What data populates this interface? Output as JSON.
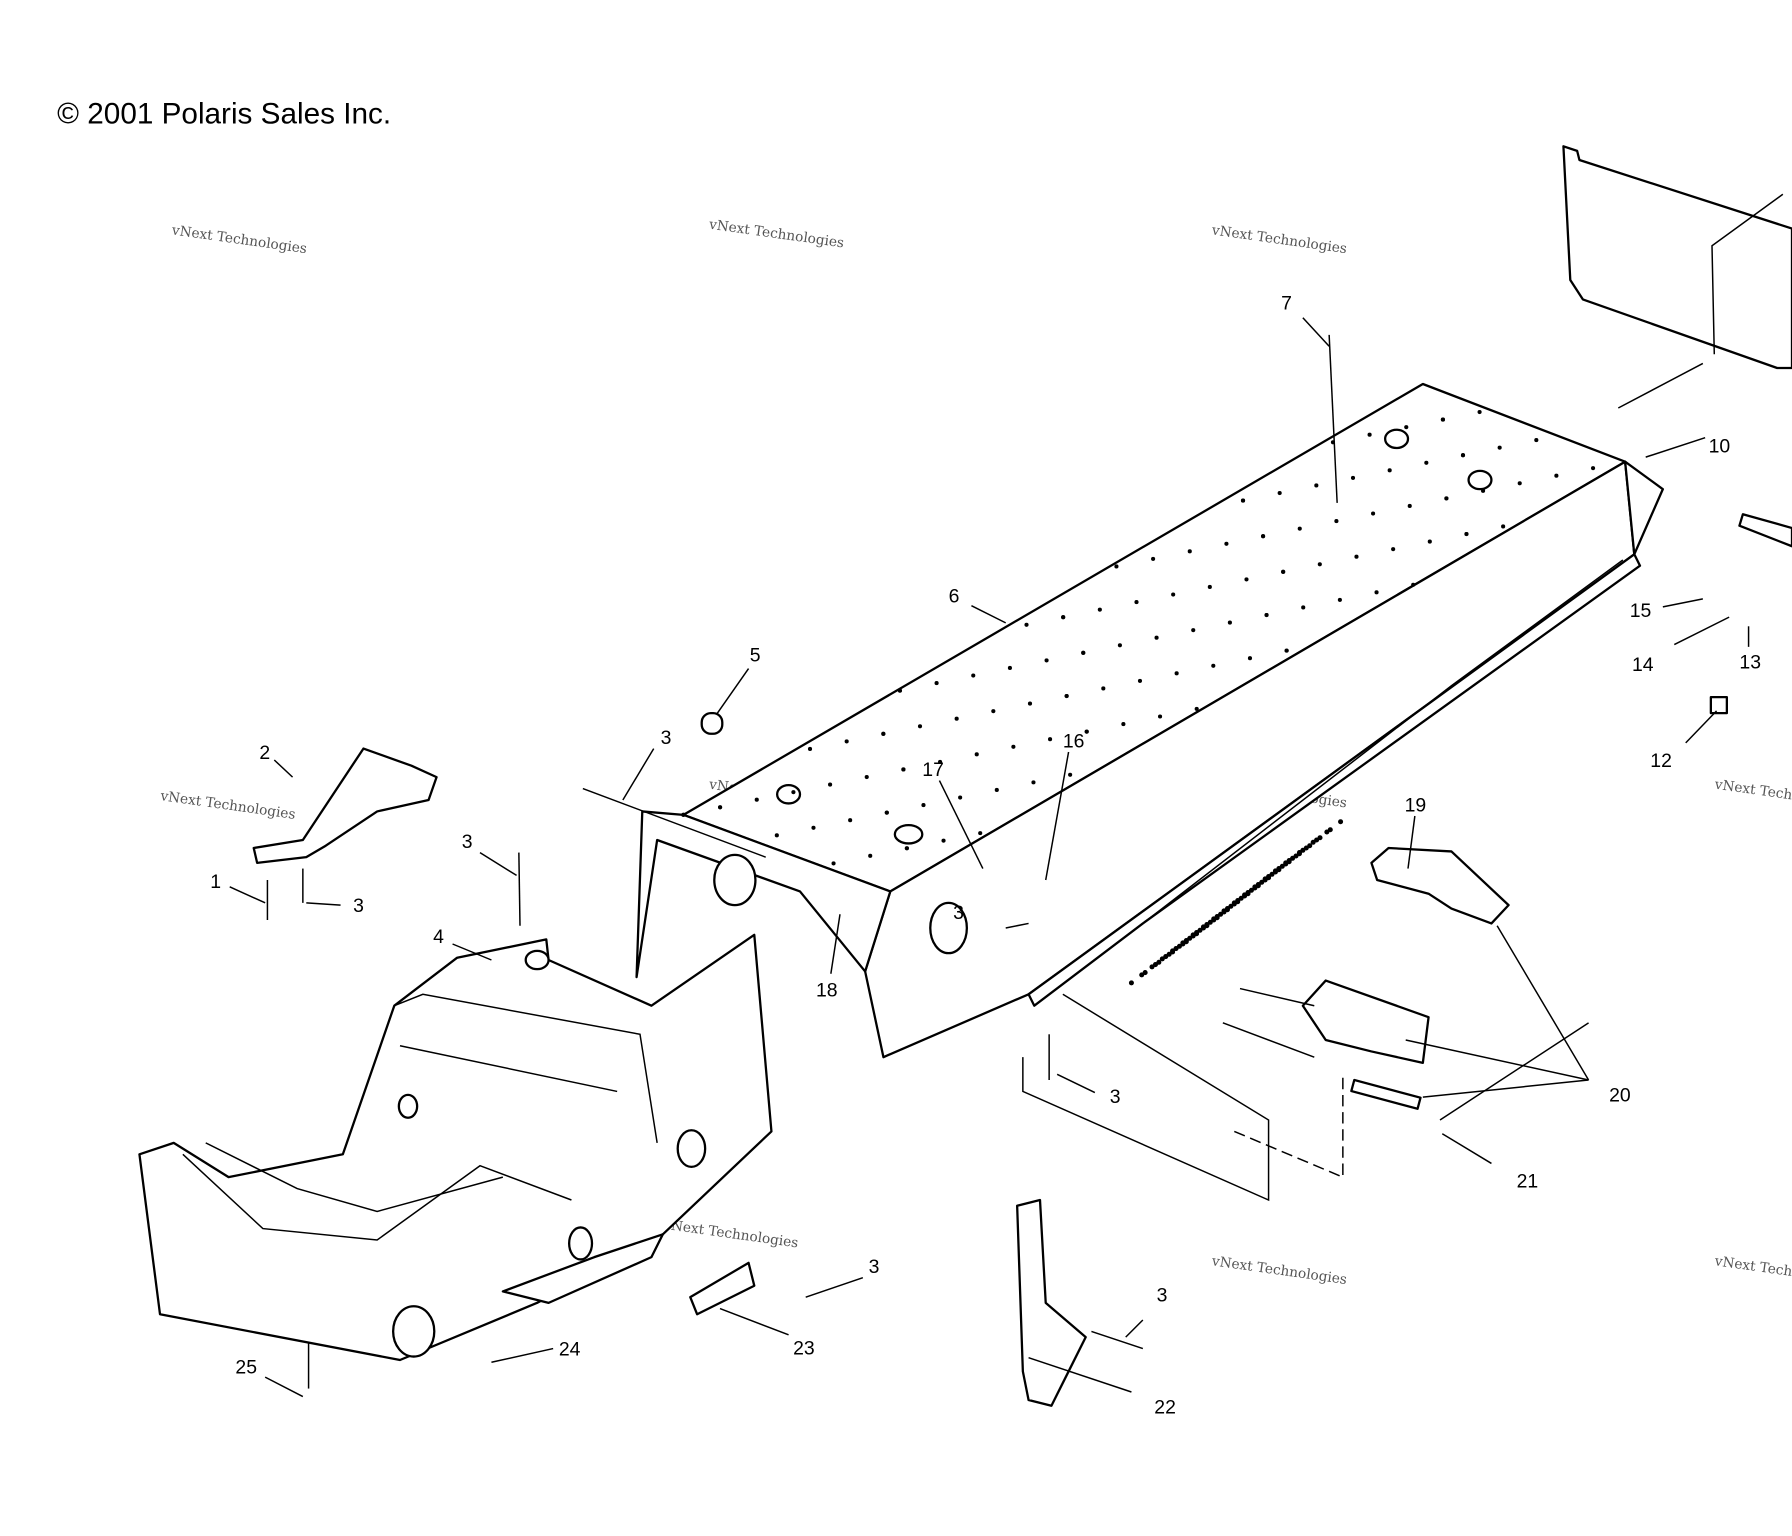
{
  "copyright": "© 2001 Polaris Sales Inc.",
  "watermark": {
    "line1": "vNext Technologies",
    "big1": "vNext",
    "big2": "Technologies"
  },
  "callouts": [
    {
      "id": "1",
      "label": "1"
    },
    {
      "id": "2",
      "label": "2"
    },
    {
      "id": "3a",
      "label": "3"
    },
    {
      "id": "3b",
      "label": "3"
    },
    {
      "id": "3c",
      "label": "3"
    },
    {
      "id": "3d",
      "label": "3"
    },
    {
      "id": "3e",
      "label": "3"
    },
    {
      "id": "3f",
      "label": "3"
    },
    {
      "id": "3g",
      "label": "3"
    },
    {
      "id": "4",
      "label": "4"
    },
    {
      "id": "5",
      "label": "5"
    },
    {
      "id": "6",
      "label": "6"
    },
    {
      "id": "7",
      "label": "7"
    },
    {
      "id": "10",
      "label": "10"
    },
    {
      "id": "12",
      "label": "12"
    },
    {
      "id": "13",
      "label": "13"
    },
    {
      "id": "14",
      "label": "14"
    },
    {
      "id": "15",
      "label": "15"
    },
    {
      "id": "16",
      "label": "16"
    },
    {
      "id": "17",
      "label": "17"
    },
    {
      "id": "18",
      "label": "18"
    },
    {
      "id": "19",
      "label": "19"
    },
    {
      "id": "20",
      "label": "20"
    },
    {
      "id": "21",
      "label": "21"
    },
    {
      "id": "22",
      "label": "22"
    },
    {
      "id": "23",
      "label": "23"
    },
    {
      "id": "24",
      "label": "24"
    },
    {
      "id": "25",
      "label": "25"
    }
  ]
}
